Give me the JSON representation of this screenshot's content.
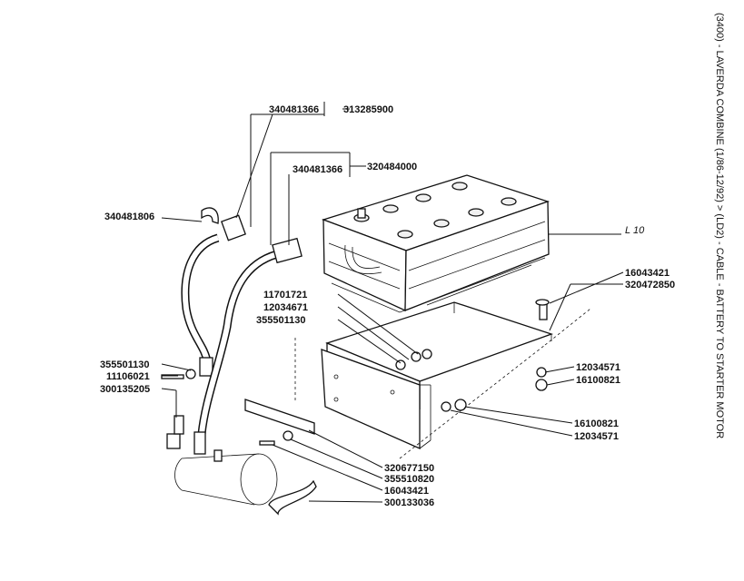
{
  "side_title": "(3400) - LAVERDA COMBINE (1/86-12/92) > (LD2) - CABLE - BATTERY TO STARTER MOTOR",
  "reference_label": "L 10",
  "labels": {
    "p340481366_a": "340481366",
    "p313285900": "313285900",
    "p340481366_b": "340481366",
    "p320484000": "320484000",
    "p340481806": "340481806",
    "p11701721": "11701721",
    "p12034671": "12034671",
    "p355501130_top": "355501130",
    "p355501130_left": "355501130",
    "p11106021": "11106021",
    "p300135205": "300135205",
    "p16043421_right": "16043421",
    "p320472850": "320472850",
    "p12034571_upper": "12034571",
    "p16100821_upper": "16100821",
    "p16100821_lower": "16100821",
    "p12034571_lower": "12034571",
    "p320677150": "320677150",
    "p355510820": "355510820",
    "p16043421_bottom": "16043421",
    "p300133036": "300133036"
  }
}
